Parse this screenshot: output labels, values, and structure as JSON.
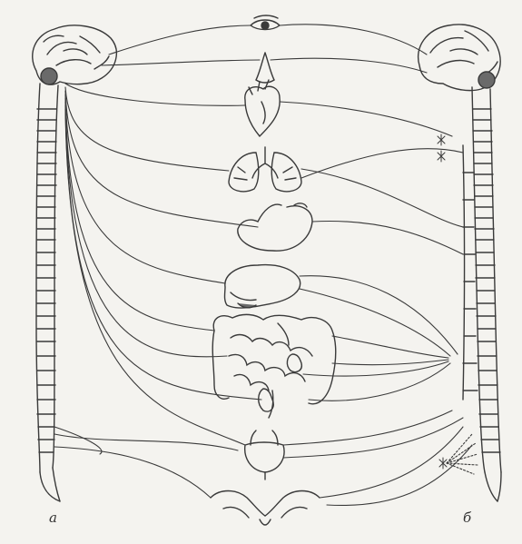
{
  "diagram": {
    "labels": {
      "left": "а",
      "right": "б"
    },
    "structures": [
      "brain-left",
      "brain-right",
      "spinal-cord-left",
      "spinal-cord-right",
      "eye",
      "nose",
      "heart",
      "lungs",
      "stomach",
      "liver",
      "intestines",
      "kidney",
      "bladder",
      "genitals"
    ],
    "colors": {
      "ink": "#3a3a3a",
      "paper": "#f4f3ef",
      "shade": "#6a6a6a"
    }
  }
}
